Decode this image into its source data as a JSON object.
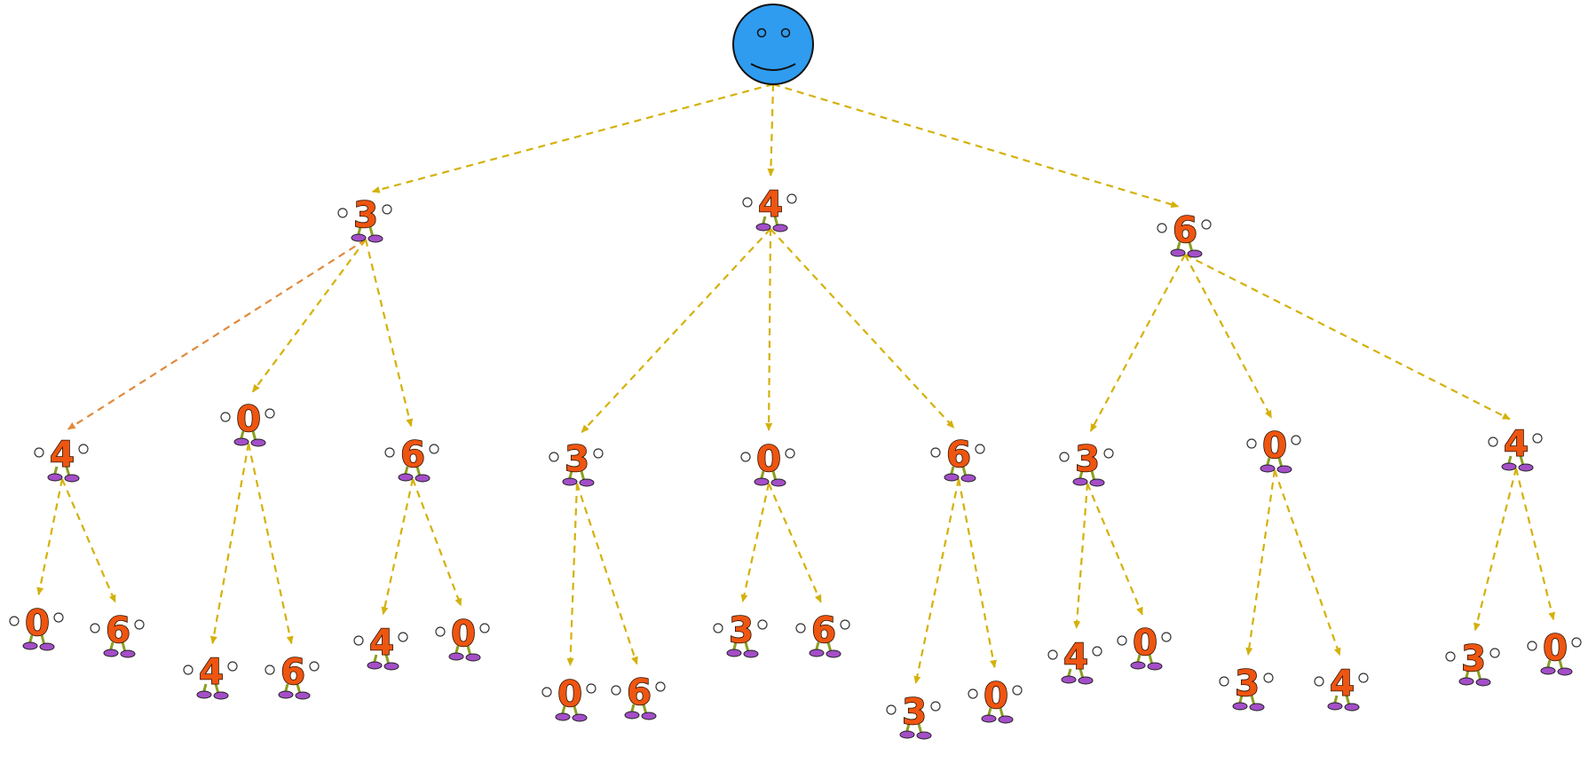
{
  "root": {
    "label": "smiley",
    "color": "#2f9cef"
  },
  "edge_color": "#d4b10a",
  "edge_color_alt": "#e08a3c",
  "digit_color": "#ee5511",
  "nodes": [
    {
      "id": "L1a",
      "digit": "3",
      "parent": "root"
    },
    {
      "id": "L1b",
      "digit": "4",
      "parent": "root"
    },
    {
      "id": "L1c",
      "digit": "6",
      "parent": "root"
    },
    {
      "id": "L2a",
      "digit": "4",
      "parent": "L1a",
      "alt_edge": true
    },
    {
      "id": "L2b",
      "digit": "0",
      "parent": "L1a"
    },
    {
      "id": "L2c",
      "digit": "6",
      "parent": "L1a"
    },
    {
      "id": "L2d",
      "digit": "3",
      "parent": "L1b"
    },
    {
      "id": "L2e",
      "digit": "0",
      "parent": "L1b"
    },
    {
      "id": "L2f",
      "digit": "6",
      "parent": "L1b"
    },
    {
      "id": "L2g",
      "digit": "3",
      "parent": "L1c"
    },
    {
      "id": "L2h",
      "digit": "0",
      "parent": "L1c"
    },
    {
      "id": "L2i",
      "digit": "4",
      "parent": "L1c"
    },
    {
      "id": "L3a1",
      "digit": "0",
      "parent": "L2a"
    },
    {
      "id": "L3a2",
      "digit": "6",
      "parent": "L2a"
    },
    {
      "id": "L3b1",
      "digit": "4",
      "parent": "L2b"
    },
    {
      "id": "L3b2",
      "digit": "6",
      "parent": "L2b"
    },
    {
      "id": "L3c1",
      "digit": "4",
      "parent": "L2c"
    },
    {
      "id": "L3c2",
      "digit": "0",
      "parent": "L2c"
    },
    {
      "id": "L3d1",
      "digit": "0",
      "parent": "L2d"
    },
    {
      "id": "L3d2",
      "digit": "6",
      "parent": "L2d"
    },
    {
      "id": "L3e1",
      "digit": "3",
      "parent": "L2e"
    },
    {
      "id": "L3e2",
      "digit": "6",
      "parent": "L2e"
    },
    {
      "id": "L3f1",
      "digit": "3",
      "parent": "L2f"
    },
    {
      "id": "L3f2",
      "digit": "0",
      "parent": "L2f"
    },
    {
      "id": "L3g1",
      "digit": "4",
      "parent": "L2g"
    },
    {
      "id": "L3g2",
      "digit": "0",
      "parent": "L2g"
    },
    {
      "id": "L3h1",
      "digit": "3",
      "parent": "L2h"
    },
    {
      "id": "L3h2",
      "digit": "4",
      "parent": "L2h"
    },
    {
      "id": "L3i1",
      "digit": "3",
      "parent": "L2i"
    },
    {
      "id": "L3i2",
      "digit": "0",
      "parent": "L2i"
    }
  ]
}
